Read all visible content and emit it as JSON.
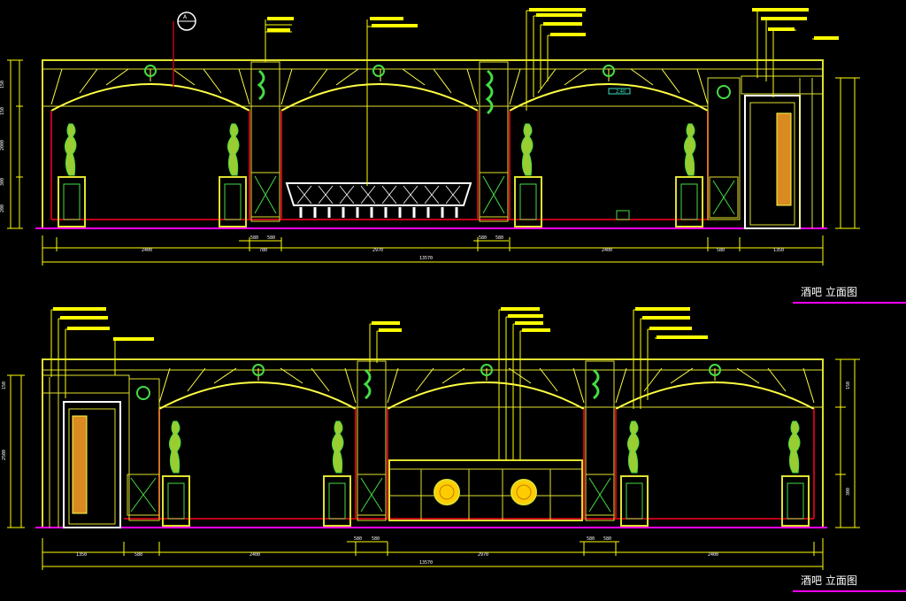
{
  "colors": {
    "background": "#000000",
    "frame": "#e0e030",
    "arch": "#ffff44",
    "wall": "#c00018",
    "ornament": "#44dd44",
    "floor": "#ff00ff",
    "dim": "#ffff00",
    "text": "#ffffff",
    "detail": "#30e0c0"
  },
  "elevations": [
    {
      "title": "酒吧 立面图",
      "dimensions": [
        "2400",
        "580",
        "780",
        "580",
        "2970",
        "580",
        "580",
        "2400",
        "580",
        "1350",
        "13570"
      ],
      "height_dims": [
        "2000",
        "150",
        "150",
        "300",
        "200"
      ],
      "door_side": "right",
      "centerpiece": "bar"
    },
    {
      "title": "酒吧 立面图",
      "dimensions": [
        "1350",
        "580",
        "2400",
        "580",
        "580",
        "2970",
        "580",
        "580",
        "2400",
        "13570"
      ],
      "height_dims": [
        "2500",
        "150",
        "150",
        "300"
      ],
      "door_side": "left",
      "centerpiece": "cabinet"
    }
  ],
  "markers": {
    "section_tag": "A",
    "level_tag": "2.40"
  }
}
